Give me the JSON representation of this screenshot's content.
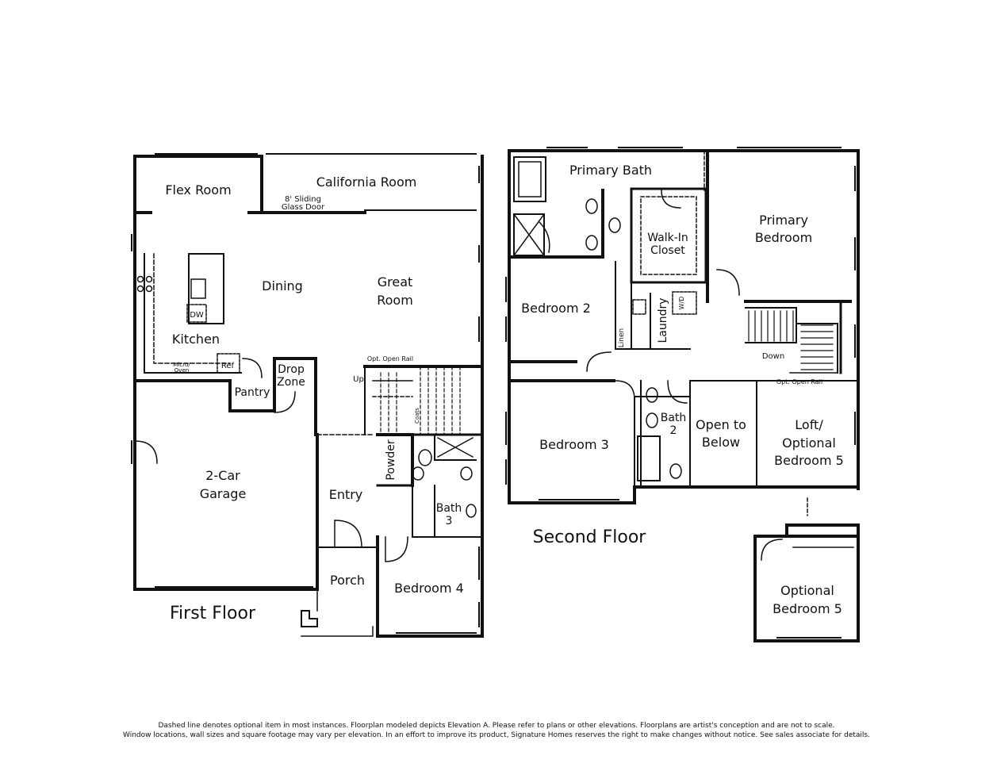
{
  "first_floor": {
    "title": "First Floor",
    "rooms": {
      "flex_room": "Flex Room",
      "california_room": "California Room",
      "sliding_door_1": "8' Sliding",
      "sliding_door_2": "Glass Door",
      "dining": "Dining",
      "great_room_1": "Great",
      "great_room_2": "Room",
      "kitchen": "Kitchen",
      "dw": "DW",
      "micro_1": "Micro/",
      "micro_2": "Oven",
      "ref": "Ref",
      "pantry": "Pantry",
      "drop_zone_1": "Drop",
      "drop_zone_2": "Zone",
      "opt_open_rail": "Opt. Open Rail",
      "up": "Up",
      "coats": "Coats",
      "powder": "Powder",
      "garage_1": "2-Car",
      "garage_2": "Garage",
      "entry": "Entry",
      "bath3_1": "Bath",
      "bath3_2": "3",
      "porch": "Porch",
      "bedroom4": "Bedroom 4"
    }
  },
  "second_floor": {
    "title": "Second Floor",
    "rooms": {
      "primary_bath": "Primary Bath",
      "walkin_1": "Walk-In",
      "walkin_2": "Closet",
      "primary_bed_1": "Primary",
      "primary_bed_2": "Bedroom",
      "bedroom2": "Bedroom 2",
      "laundry": "Laundry",
      "linen": "Linen",
      "wd": "W/D",
      "down": "Down",
      "opt_open_rail": "Opt. Open Rail",
      "bedroom3": "Bedroom 3",
      "bath2_1": "Bath",
      "bath2_2": "2",
      "open_below_1": "Open to",
      "open_below_2": "Below",
      "loft_1": "Loft/",
      "loft_2": "Optional",
      "loft_3": "Bedroom 5",
      "opt_bed5_1": "Optional",
      "opt_bed5_2": "Bedroom 5"
    }
  },
  "disclaimer": {
    "line1": "Dashed line denotes optional item in most instances. Floorplan modeled depicts Elevation A. Please refer to plans or other elevations. Floorplans are artist's conception and are not to scale.",
    "line2": "Window locations, wall sizes and square footage may vary per elevation. In an effort to improve its product, Signature Homes reserves the right to make changes without notice. See sales associate for details."
  }
}
